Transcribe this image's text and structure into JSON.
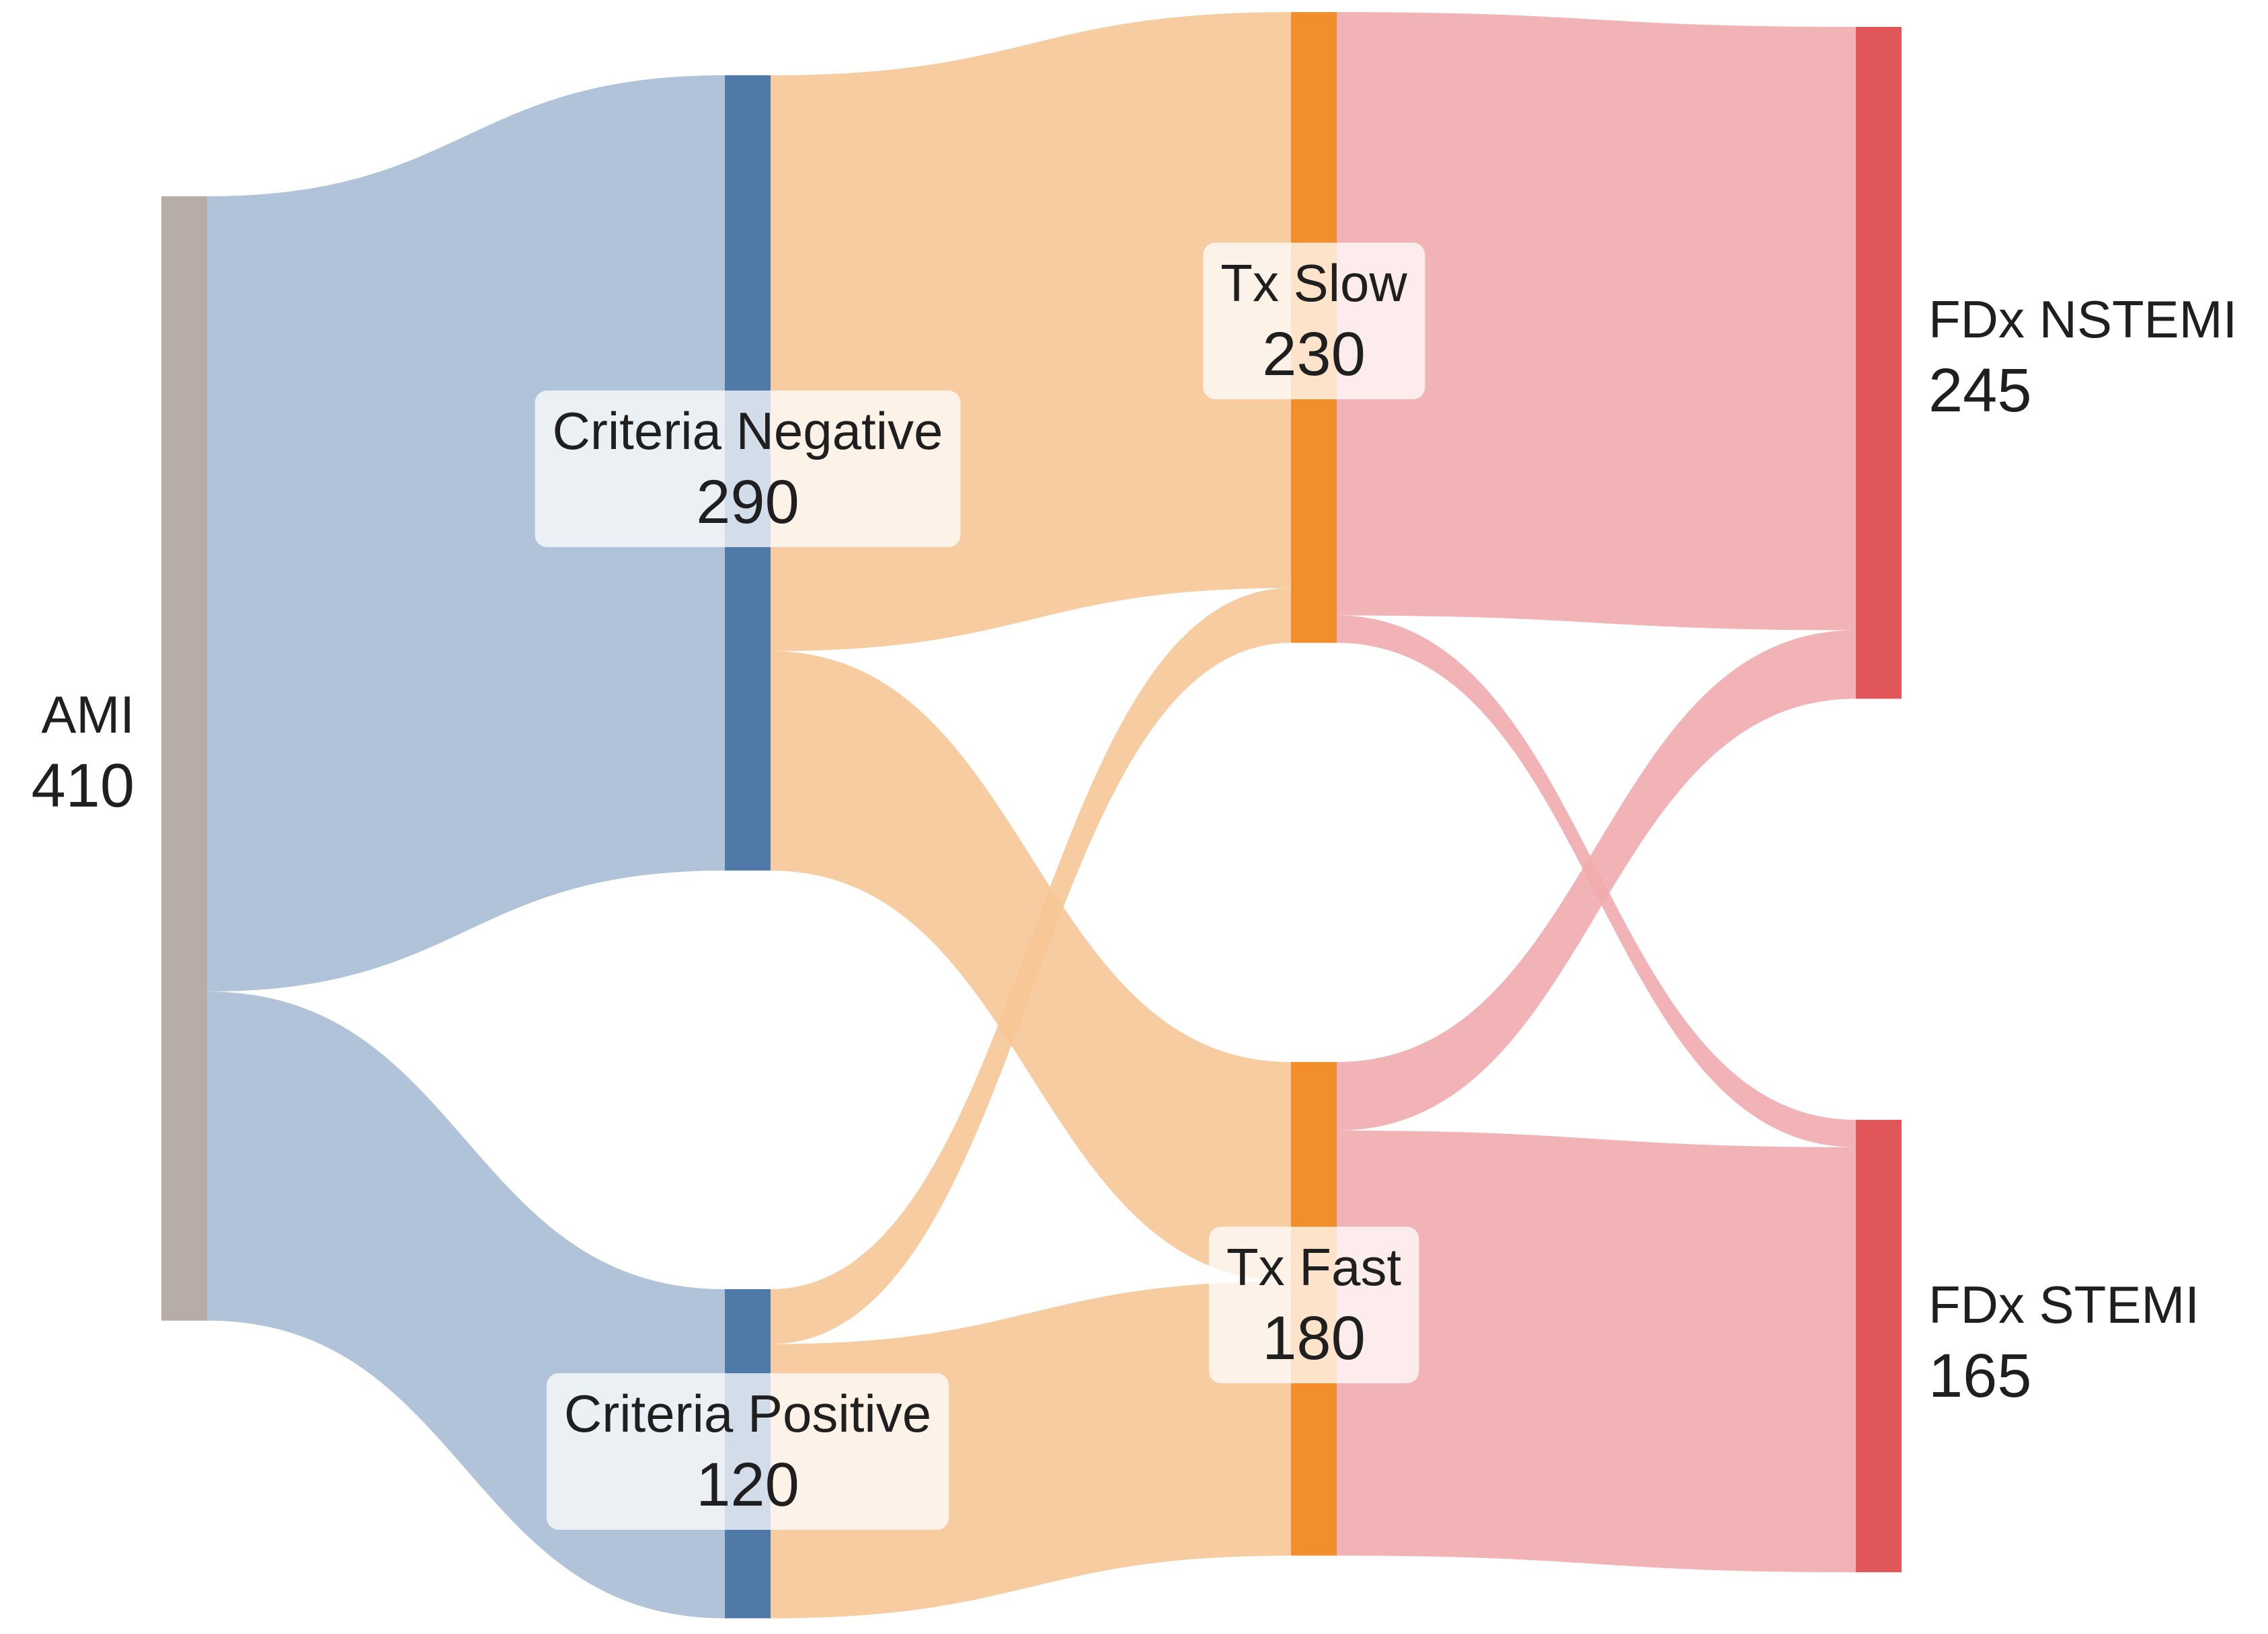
{
  "chart_data": {
    "type": "sankey",
    "colors": {
      "AMI": "#b8aca8",
      "Criteria Negative": "#4f79a7",
      "Criteria Positive": "#4f79a7",
      "Tx Slow": "#f38e2d",
      "Tx Fast": "#f38e2d",
      "FDx NSTEMI": "#e15759",
      "FDx STEMI": "#e15759",
      "link_from_AMI": "#a7bcd4",
      "link_from_criteria": "#f6c796",
      "link_from_tx": "#f0abad"
    },
    "nodes": [
      {
        "id": "ami",
        "name": "AMI",
        "value": 410,
        "column": 0
      },
      {
        "id": "crit_neg",
        "name": "Criteria Negative",
        "value": 290,
        "column": 1
      },
      {
        "id": "crit_pos",
        "name": "Criteria Positive",
        "value": 120,
        "column": 1
      },
      {
        "id": "tx_slow",
        "name": "Tx Slow",
        "value": 230,
        "column": 2
      },
      {
        "id": "tx_fast",
        "name": "Tx Fast",
        "value": 180,
        "column": 2
      },
      {
        "id": "fdx_nstemi",
        "name": "FDx NSTEMI",
        "value": 245,
        "column": 3
      },
      {
        "id": "fdx_stemi",
        "name": "FDx STEMI",
        "value": 165,
        "column": 3
      }
    ],
    "links": [
      {
        "source": "ami",
        "target": "crit_neg",
        "value": 290
      },
      {
        "source": "ami",
        "target": "crit_pos",
        "value": 120
      },
      {
        "source": "crit_neg",
        "target": "tx_slow",
        "value": 210
      },
      {
        "source": "crit_neg",
        "target": "tx_fast",
        "value": 80
      },
      {
        "source": "crit_pos",
        "target": "tx_slow",
        "value": 20
      },
      {
        "source": "crit_pos",
        "target": "tx_fast",
        "value": 100
      },
      {
        "source": "tx_slow",
        "target": "fdx_nstemi",
        "value": 220
      },
      {
        "source": "tx_slow",
        "target": "fdx_stemi",
        "value": 10
      },
      {
        "source": "tx_fast",
        "target": "fdx_nstemi",
        "value": 25
      },
      {
        "source": "tx_fast",
        "target": "fdx_stemi",
        "value": 155
      }
    ]
  }
}
